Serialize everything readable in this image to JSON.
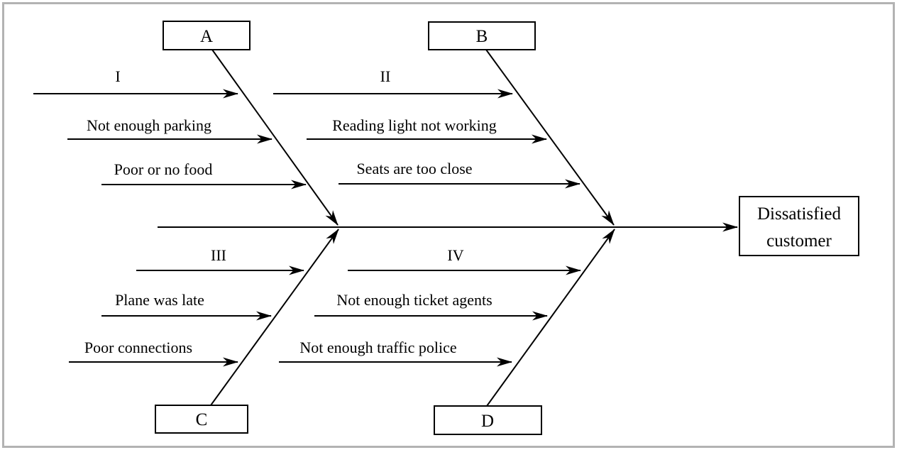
{
  "diagram": {
    "type": "fishbone",
    "effect": {
      "label": "Dissatisfied customer",
      "line1": "Dissatisfied",
      "line2": "customer"
    },
    "categories": [
      {
        "label": "A",
        "position": "top-left",
        "causes": [
          "I",
          "Not enough parking",
          "Poor or no food"
        ]
      },
      {
        "label": "B",
        "position": "top-right",
        "causes": [
          "II",
          "Reading light not working",
          "Seats are too close"
        ]
      },
      {
        "label": "C",
        "position": "bottom-left",
        "causes": [
          "III",
          "Plane was late",
          "Poor connections"
        ]
      },
      {
        "label": "D",
        "position": "bottom-right",
        "causes": [
          "IV",
          "Not enough ticket agents",
          "Not enough traffic police"
        ]
      }
    ]
  },
  "colors": {
    "line": "#000000",
    "frame": "#b3b3b3",
    "background": "#ffffff"
  }
}
